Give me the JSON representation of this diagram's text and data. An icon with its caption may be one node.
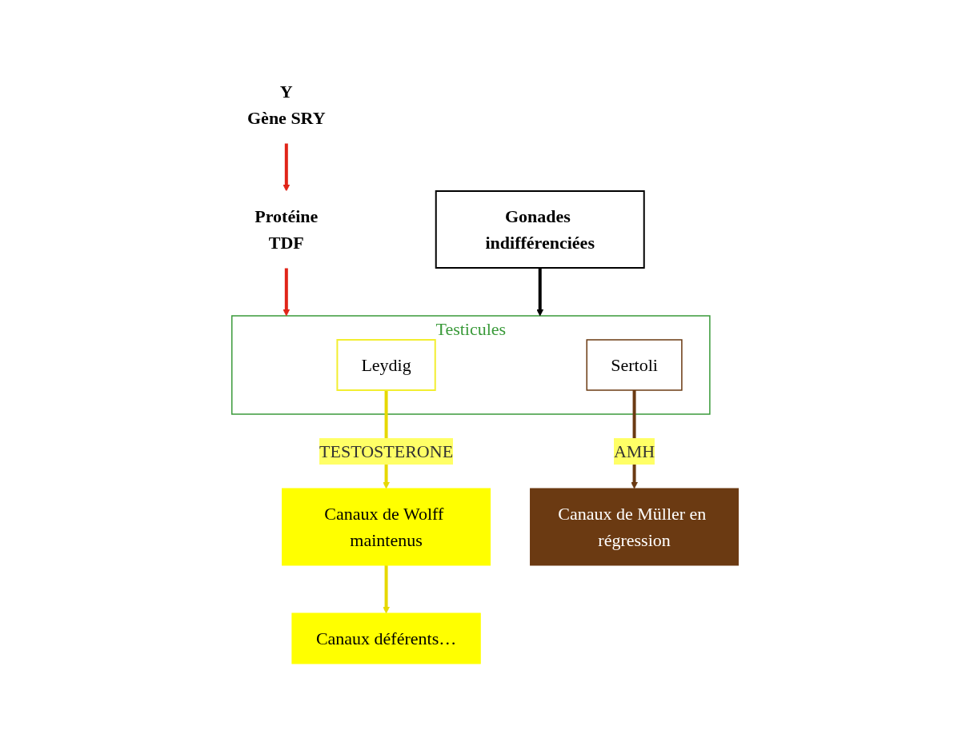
{
  "diagram": {
    "nodes": [
      {
        "text": [
          "Y",
          "Gène SRY"
        ]
      },
      {
        "text": [
          "Protéine",
          "TDF"
        ]
      },
      {
        "text": [
          "Gonades indifférenciées"
        ]
      },
      {
        "text": [
          "Testicules"
        ]
      },
      {
        "text": [
          "Leydig"
        ],
        "in": 3
      },
      {
        "text": [
          "Sertoli"
        ],
        "in": 3
      },
      {
        "text": [
          "Canaux de Wolff maintenus"
        ]
      },
      {
        "text": [
          "Canaux déférents…"
        ]
      },
      {
        "text": [
          "Canaux de Müller en régression"
        ]
      }
    ],
    "edges": [
      {
        "from": 0,
        "to": 1,
        "arrow": "to",
        "color": "#e02418"
      },
      {
        "from": 1,
        "to": 3,
        "arrow": "to",
        "color": "#e02418"
      },
      {
        "from": 2,
        "to": 3,
        "arrow": "to",
        "color": "#000000"
      },
      {
        "from": 4,
        "to": 6,
        "arrow": "to",
        "color": "#e6d800",
        "label": "TESTOSTERONE"
      },
      {
        "from": 5,
        "to": 8,
        "arrow": "to",
        "color": "#6b3a12",
        "label": "AMH"
      },
      {
        "from": 6,
        "to": 7,
        "arrow": "to",
        "color": "#e6d800"
      }
    ]
  }
}
